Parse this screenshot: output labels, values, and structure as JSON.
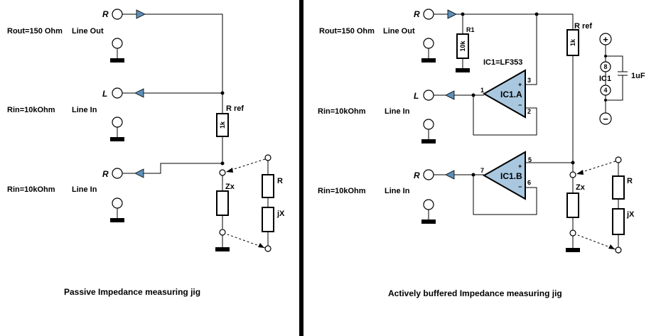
{
  "labels": {
    "R": "R",
    "L": "L",
    "rout": "Rout=150 Ohm",
    "line_out": "Line Out",
    "rin": "Rin=10kOhm",
    "line_in": "Line In",
    "r_ref": "R ref",
    "val_1k": "1k",
    "zx": "Zx",
    "jx": "jX",
    "r1": "R1",
    "val_10k": "10k",
    "ic1_type": "IC1=LF353",
    "ic1a": "IC1.A",
    "ic1b": "IC1.B",
    "ic1": "IC1",
    "cap": "1uF",
    "plus": "+",
    "minus": "−",
    "pin1": "1",
    "pin2": "2",
    "pin3": "3",
    "pin5": "5",
    "pin6": "6",
    "pin7": "7",
    "pin8": "8",
    "pin4": "4"
  },
  "captions": {
    "passive": "Passive Impedance measuring jig",
    "active": "Actively buffered Impedance measuring jig"
  }
}
